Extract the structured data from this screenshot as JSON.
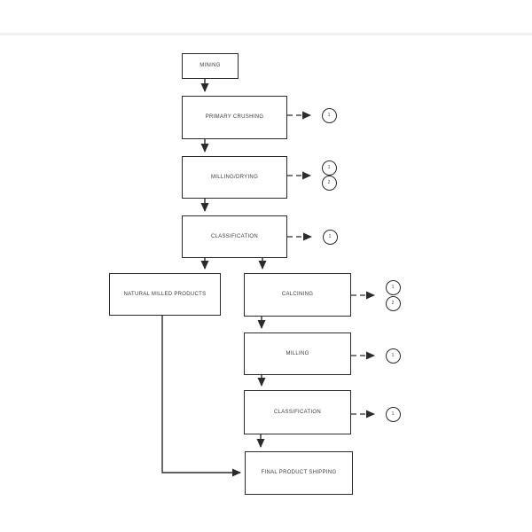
{
  "theme": {
    "line_color": "#2b2b2b",
    "text_color": "#3d3d3d",
    "separator_color": "#f0f0f0",
    "page_background": "#ffffff"
  },
  "diagram": {
    "type": "process-flowchart",
    "boxes": [
      {
        "id": "mining",
        "label": "MINING"
      },
      {
        "id": "primary-crushing",
        "label": "PRIMARY CRUSHING"
      },
      {
        "id": "milling-drying",
        "label": "MILLING/DRYING"
      },
      {
        "id": "classification-1",
        "label": "CLASSIFICATION"
      },
      {
        "id": "natural-milled-products",
        "label": "NATURAL MILLED PRODUCTS"
      },
      {
        "id": "calcining",
        "label": "CALCINING"
      },
      {
        "id": "milling",
        "label": "MILLING"
      },
      {
        "id": "classification-2",
        "label": "CLASSIFICATION"
      },
      {
        "id": "final-product-shipping",
        "label": "FINAL PRODUCT SHIPPING"
      }
    ],
    "emission_points": [
      {
        "attached_to": "primary-crushing",
        "labels": [
          "1"
        ]
      },
      {
        "attached_to": "milling-drying",
        "labels": [
          "1",
          "2"
        ]
      },
      {
        "attached_to": "classification-1",
        "labels": [
          "1"
        ]
      },
      {
        "attached_to": "calcining",
        "labels": [
          "1",
          "2"
        ]
      },
      {
        "attached_to": "milling",
        "labels": [
          "1"
        ]
      },
      {
        "attached_to": "classification-2",
        "labels": [
          "1"
        ]
      }
    ],
    "flow": [
      "MINING -> PRIMARY CRUSHING",
      "PRIMARY CRUSHING -> MILLING/DRYING",
      "MILLING/DRYING -> CLASSIFICATION",
      "CLASSIFICATION -> NATURAL MILLED PRODUCTS",
      "CLASSIFICATION -> CALCINING",
      "CALCINING -> MILLING",
      "MILLING -> CLASSIFICATION",
      "CLASSIFICATION -> FINAL PRODUCT SHIPPING",
      "NATURAL MILLED PRODUCTS -> FINAL PRODUCT SHIPPING"
    ]
  }
}
